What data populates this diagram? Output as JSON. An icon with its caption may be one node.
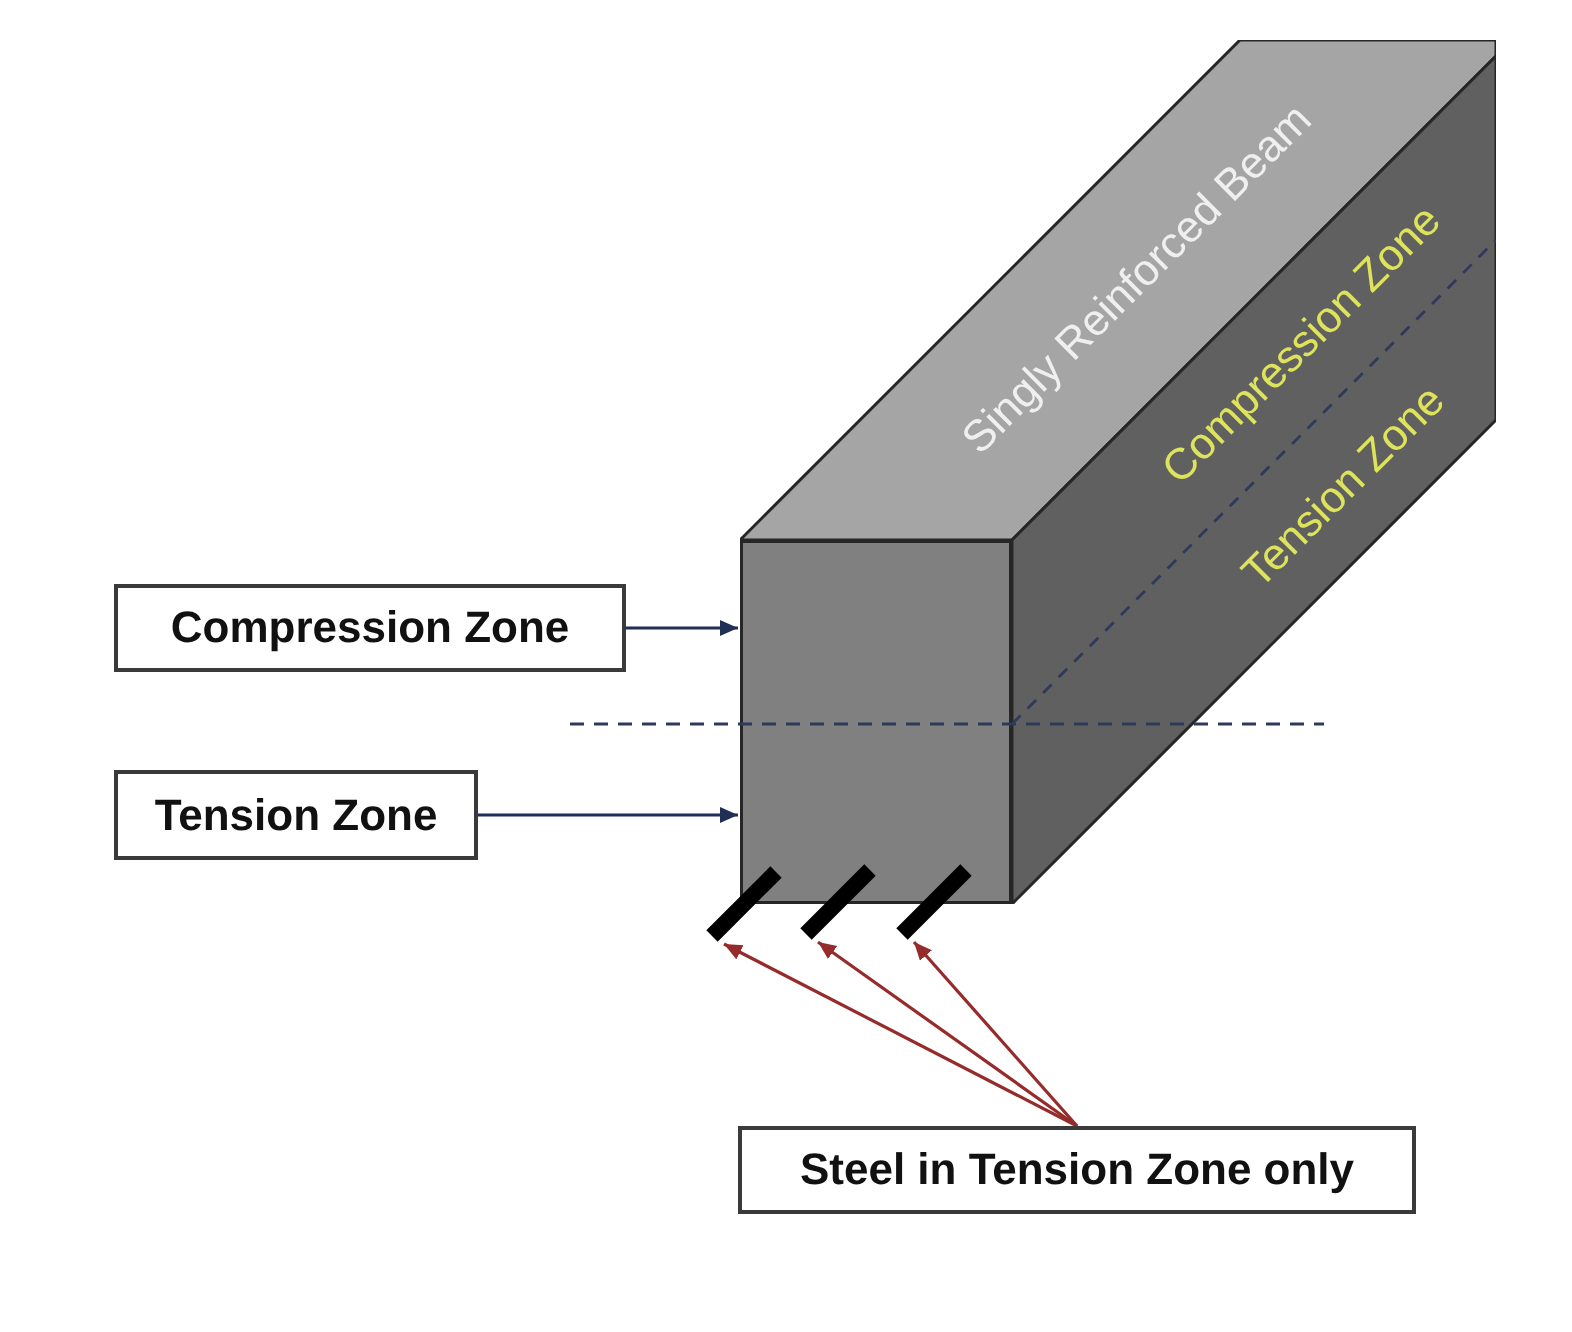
{
  "diagram": {
    "nodes": [
      {
        "text": [
          "Singly Reinforced Beam",
          "Compression Zone",
          "Tension Zone"
        ]
      },
      {
        "text": [],
        "shape": "box"
      },
      {
        "text": [
          "Compression Zone"
        ]
      },
      {
        "text": [
          "Tension Zone"
        ]
      },
      {
        "text": [],
        "shape": "bar"
      },
      {
        "text": [],
        "shape": "bar"
      },
      {
        "text": [],
        "shape": "bar"
      },
      {
        "text": [
          "Steel in Tension Zone only"
        ]
      }
    ],
    "edges": [
      {
        "from": 2,
        "to": 1,
        "arrow": "to",
        "color": "#1f2f55"
      },
      {
        "from": 3,
        "to": 1,
        "arrow": "to",
        "color": "#1f2f55"
      },
      {
        "from": 7,
        "to": 4,
        "arrow": "to"
      },
      {
        "from": 7,
        "to": 5,
        "arrow": "to"
      },
      {
        "from": 7,
        "to": 6,
        "arrow": "to"
      }
    ]
  }
}
